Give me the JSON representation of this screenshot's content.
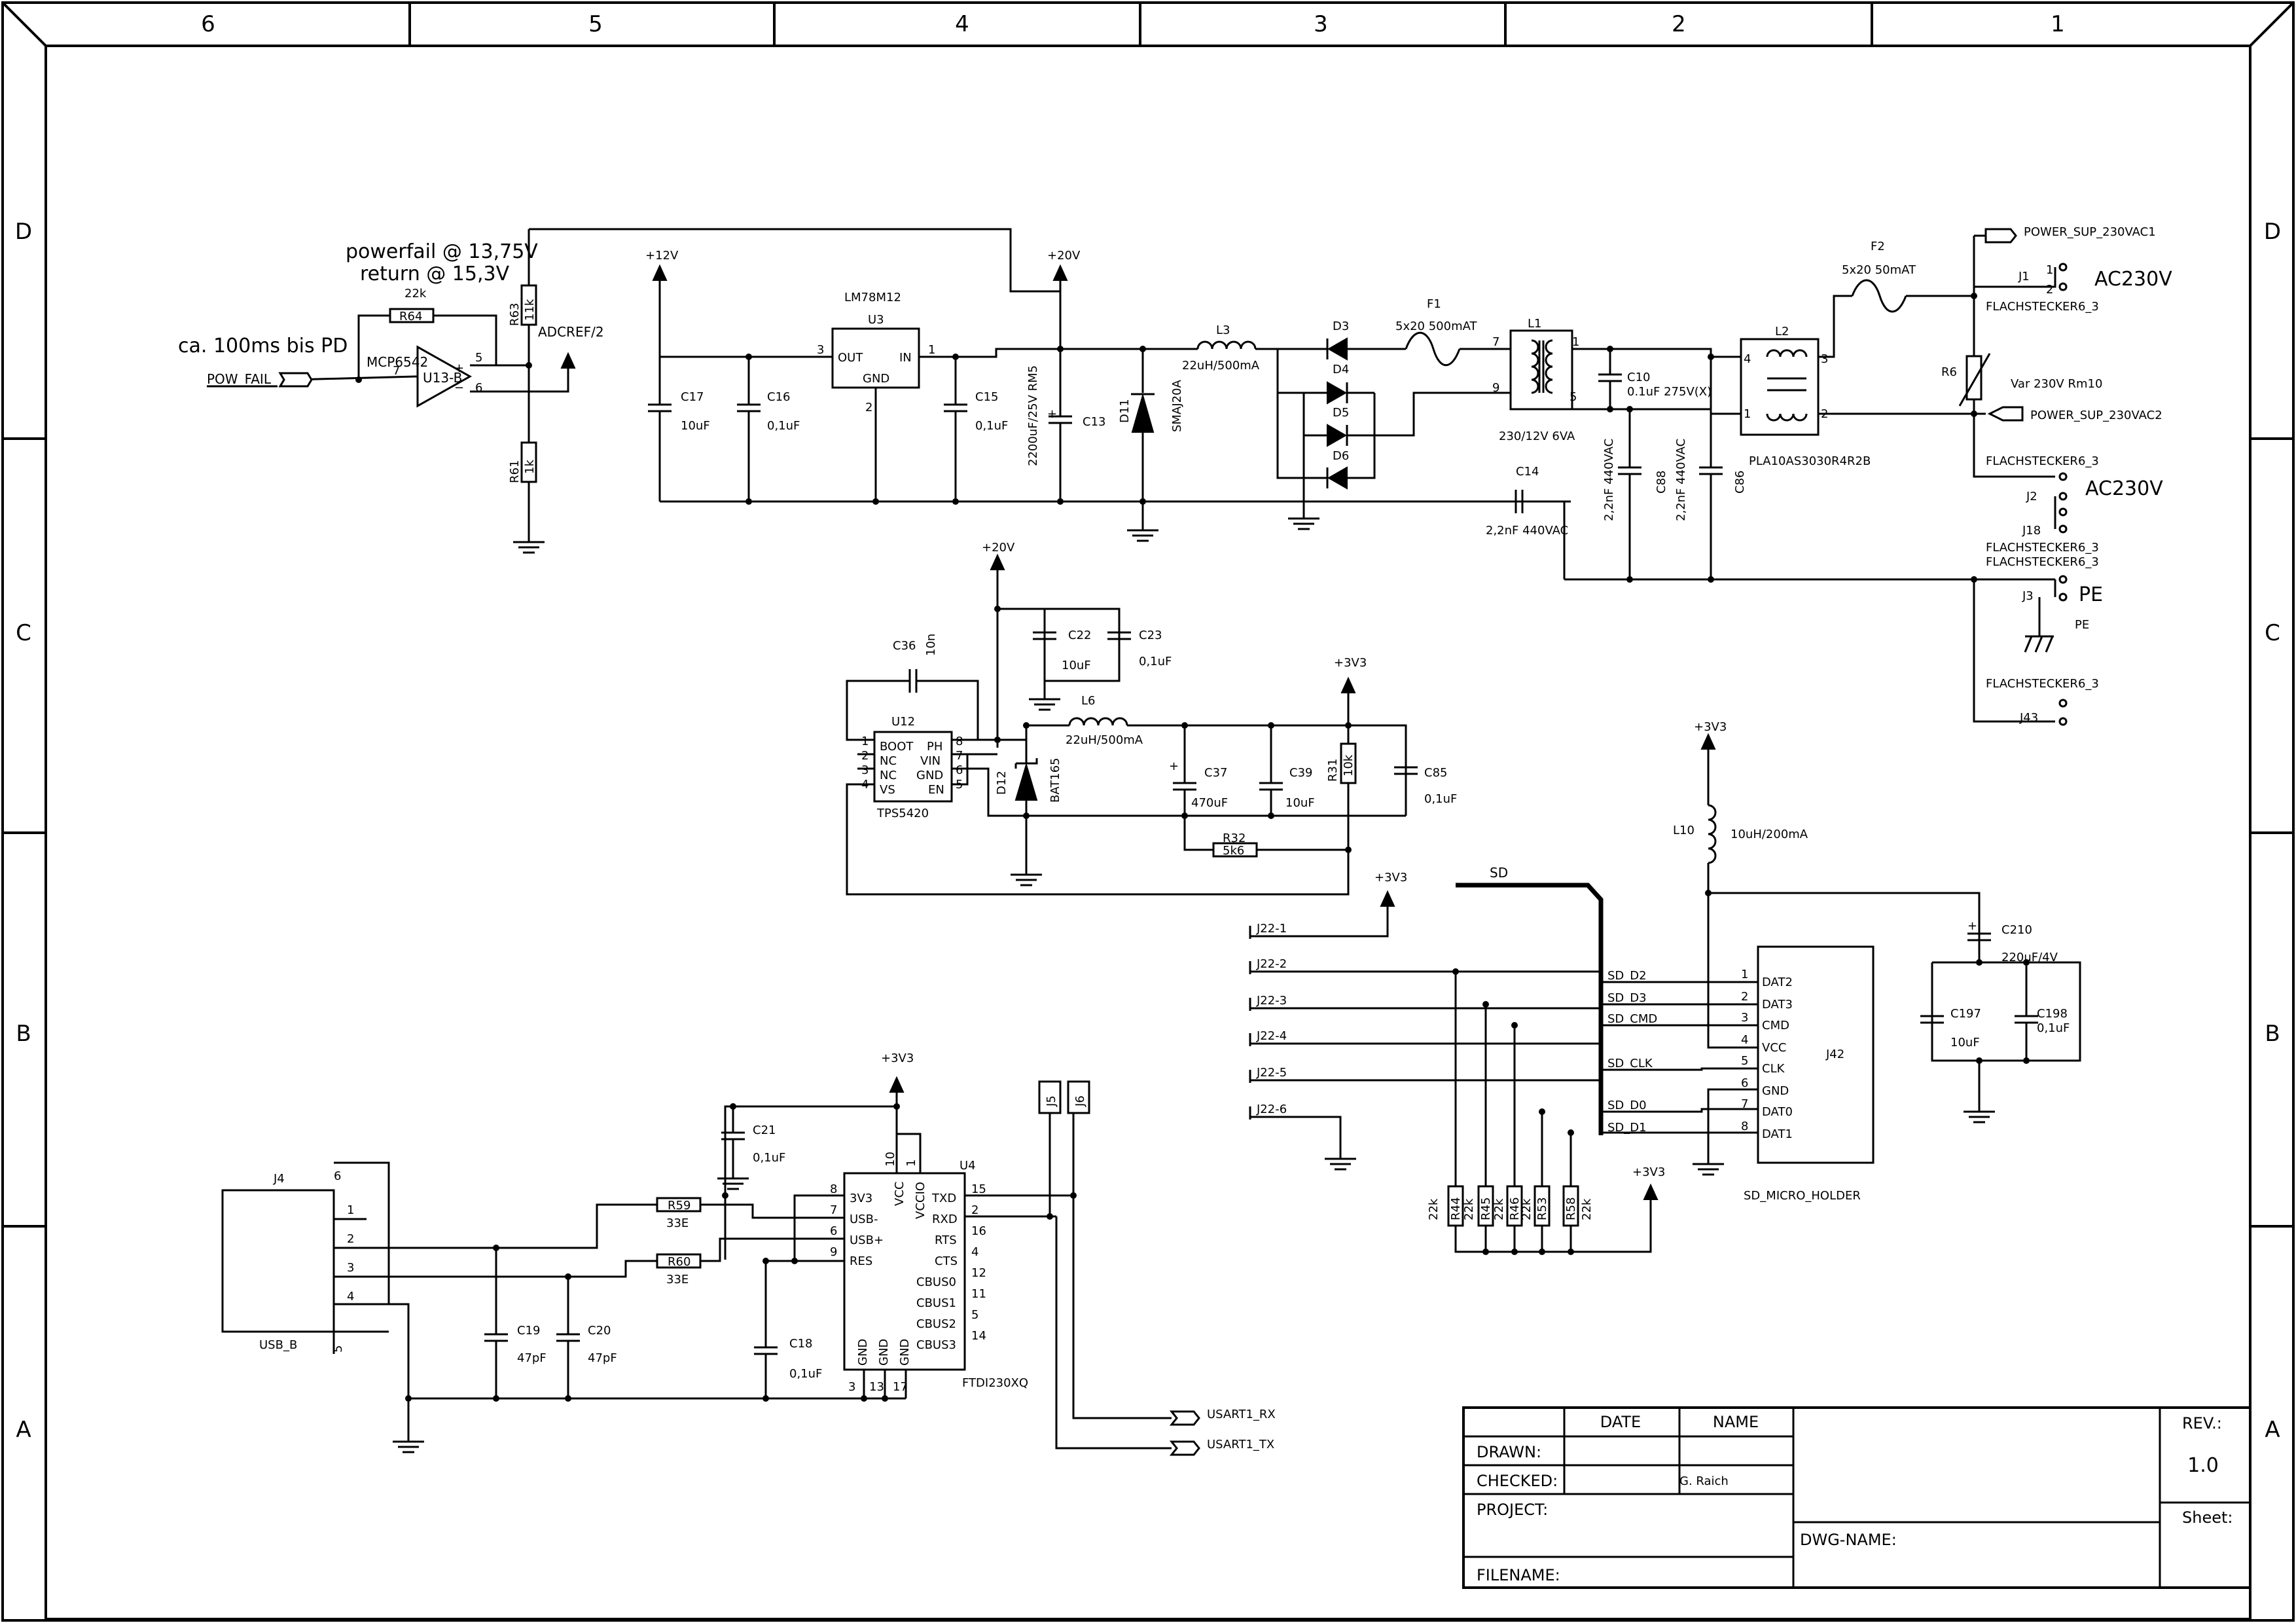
{
  "frame": {
    "columns": [
      "6",
      "5",
      "4",
      "3",
      "2",
      "1"
    ],
    "rows": [
      "D",
      "C",
      "B",
      "A"
    ]
  },
  "title_block": {
    "col_date": "DATE",
    "col_name": "NAME",
    "drawn": "DRAWN:",
    "checked": "CHECKED:",
    "checked_name": "G. Raich",
    "project": "PROJECT:",
    "filename": "FILENAME:",
    "dwg_name": "DWG-NAME:",
    "rev_label": "REV.:",
    "rev_value": "1.0",
    "sheet_label": "Sheet:"
  },
  "notes": {
    "powerfail": "powerfail @ 13,75V",
    "return": "return @ 15,3V",
    "delay": "ca. 100ms bis PD"
  },
  "ports": {
    "pow_fail": "POW_FAIL",
    "power_sup1": "POWER_SUP_230VAC1",
    "power_sup2": "POWER_SUP_230VAC2",
    "usart_rx": "USART1_RX",
    "usart_tx": "USART1_TX",
    "adcref": "ADCREF/2"
  },
  "power": {
    "p12v": "+12V",
    "p20v_a": "+20V",
    "p20v_b": "+20V",
    "p3v3_a": "+3V3",
    "p3v3_b": "+3V3",
    "p3v3_c": "+3V3",
    "p3v3_d": "+3V3",
    "p3v3_e": "+3V3"
  },
  "components": {
    "r64": {
      "ref": "R64",
      "value": "22k"
    },
    "r63": {
      "ref": "R63",
      "value": "11k"
    },
    "r61": {
      "ref": "R61",
      "value": "1k"
    },
    "u13": {
      "ref": "U13-B",
      "part": "MCP6542",
      "pin7": "7",
      "pin5": "5",
      "pin6": "6"
    },
    "u3": {
      "ref": "U3",
      "part": "LM78M12",
      "out": "OUT",
      "in": "IN",
      "gnd": "GND",
      "p1": "1",
      "p2": "2",
      "p3": "3"
    },
    "c17": {
      "ref": "C17",
      "value": "10uF"
    },
    "c16": {
      "ref": "C16",
      "value": "0,1uF"
    },
    "c15": {
      "ref": "C15",
      "value": "0,1uF"
    },
    "c13": {
      "ref": "C13",
      "value": "2200uF/25V RM5"
    },
    "d11": {
      "ref": "D11",
      "value": "SMAJ20A"
    },
    "l3": {
      "ref": "L3",
      "value": "22uH/500mA"
    },
    "d3": {
      "ref": "D3"
    },
    "d4": {
      "ref": "D4"
    },
    "d5": {
      "ref": "D5"
    },
    "d6": {
      "ref": "D6"
    },
    "f1": {
      "ref": "F1",
      "value": "5x20 500mAT"
    },
    "l1": {
      "ref": "L1",
      "value": "230/12V 6VA",
      "p7": "7",
      "p9": "9",
      "p1": "1",
      "p5": "5"
    },
    "c10": {
      "ref": "C10",
      "value": "0.1uF 275V(X)"
    },
    "c14": {
      "ref": "C14",
      "value": "2,2nF 440VAC"
    },
    "c88": {
      "ref": "C88",
      "value": "2,2nF 440VAC"
    },
    "c86": {
      "ref": "C86",
      "value": "2,2nF 440VAC"
    },
    "l2": {
      "ref": "L2",
      "value": "PLA10AS3030R4R2B",
      "p1": "1",
      "p2": "2",
      "p3": "3",
      "p4": "4"
    },
    "f2": {
      "ref": "F2",
      "value": "5x20 50mAT"
    },
    "r6": {
      "ref": "R6",
      "value": "Var 230V Rm10"
    },
    "j1": {
      "ref": "J1",
      "part": "FLACHSTECKER6_3",
      "tag": "AC230V"
    },
    "j2": {
      "ref": "J2",
      "part": "FLACHSTECKER6_3",
      "tag": "AC230V"
    },
    "j18": {
      "ref": "J18",
      "part": "FLACHSTECKER6_3"
    },
    "j3": {
      "ref": "J3",
      "part": "FLACHSTECKER6_3",
      "tag": "PE",
      "gnd": "PE"
    },
    "j43": {
      "ref": "J43",
      "part": "FLACHSTECKER6_3"
    },
    "c36": {
      "ref": "C36",
      "value": "10n"
    },
    "c22": {
      "ref": "C22",
      "value": "10uF"
    },
    "c23": {
      "ref": "C23",
      "value": "0,1uF"
    },
    "u12": {
      "ref": "U12",
      "part": "TPS5420",
      "boot": "BOOT",
      "nc1": "NC",
      "nc2": "NC",
      "vs": "VS",
      "ph": "PH",
      "vin": "VIN",
      "gnd": "GND",
      "en": "EN",
      "p1": "1",
      "p2": "2",
      "p3": "3",
      "p4": "4",
      "p5": "5",
      "p6": "6",
      "p7": "7",
      "p8": "8"
    },
    "d12": {
      "ref": "D12",
      "value": "BAT165"
    },
    "l6": {
      "ref": "L6",
      "value": "22uH/500mA"
    },
    "c37": {
      "ref": "C37",
      "value": "470uF"
    },
    "c39": {
      "ref": "C39",
      "value": "10uF"
    },
    "r31": {
      "ref": "R31",
      "value": "10k"
    },
    "c85": {
      "ref": "C85",
      "value": "0,1uF"
    },
    "r32": {
      "ref": "R32",
      "value": "5k6"
    },
    "l10": {
      "ref": "L10",
      "value": "10uH/200mA"
    },
    "c210": {
      "ref": "C210",
      "value": "220uF/4V"
    },
    "c197": {
      "ref": "C197",
      "value": "10uF"
    },
    "c198": {
      "ref": "C198",
      "value": "0,1uF"
    },
    "j42": {
      "ref": "J42",
      "part": "SD_MICRO_HOLDER",
      "pins": [
        {
          "num": "1",
          "name": "DAT2"
        },
        {
          "num": "2",
          "name": "DAT3"
        },
        {
          "num": "3",
          "name": "CMD"
        },
        {
          "num": "4",
          "name": "VCC"
        },
        {
          "num": "5",
          "name": "CLK"
        },
        {
          "num": "6",
          "name": "GND"
        },
        {
          "num": "7",
          "name": "DAT0"
        },
        {
          "num": "8",
          "name": "DAT1"
        }
      ]
    },
    "sd_bus": {
      "label": "SD",
      "nets": [
        "SD_D2",
        "SD_D3",
        "SD_CMD",
        "SD_CLK",
        "SD_D0",
        "SD_D1"
      ]
    },
    "j22": {
      "pins": [
        "J22-1",
        "J22-2",
        "J22-3",
        "J22-4",
        "J22-5",
        "J22-6"
      ]
    },
    "r44": {
      "ref": "R44",
      "value": "22k"
    },
    "r45": {
      "ref": "R45",
      "value": "22k"
    },
    "r46": {
      "ref": "R46",
      "value": "22k"
    },
    "r53": {
      "ref": "R53",
      "value": "22k"
    },
    "r58": {
      "ref": "R58",
      "value": "22k"
    },
    "j4": {
      "ref": "J4",
      "part": "USB_B",
      "p1": "1",
      "p2": "2",
      "p3": "3",
      "p4": "4",
      "p5": "5",
      "p6": "6"
    },
    "r59": {
      "ref": "R59",
      "value": "33E"
    },
    "r60": {
      "ref": "R60",
      "value": "33E"
    },
    "c19": {
      "ref": "C19",
      "value": "47pF"
    },
    "c20": {
      "ref": "C20",
      "value": "47pF"
    },
    "c21": {
      "ref": "C21",
      "value": "0,1uF"
    },
    "c18": {
      "ref": "C18",
      "value": "0,1uF"
    },
    "j5": {
      "ref": "J5"
    },
    "j6": {
      "ref": "J6"
    },
    "u4": {
      "ref": "U4",
      "part": "FTDI230XQ",
      "left_pins": [
        {
          "num": "8",
          "name": "3V3"
        },
        {
          "num": "7",
          "name": "USB-"
        },
        {
          "num": "6",
          "name": "USB+"
        },
        {
          "num": "9",
          "name": "RES"
        }
      ],
      "right_pins": [
        {
          "num": "15",
          "name": "TXD"
        },
        {
          "num": "2",
          "name": "RXD"
        },
        {
          "num": "16",
          "name": "RTS"
        },
        {
          "num": "4",
          "name": "CTS"
        },
        {
          "num": "12",
          "name": "CBUS0"
        },
        {
          "num": "11",
          "name": "CBUS1"
        },
        {
          "num": "5",
          "name": "CBUS2"
        },
        {
          "num": "14",
          "name": "CBUS3"
        }
      ],
      "top_pins": [
        {
          "num": "10",
          "name": "VCC"
        },
        {
          "num": "1",
          "name": "VCCIO"
        }
      ],
      "bottom_pins": [
        {
          "num": "3",
          "name": "GND"
        },
        {
          "num": "13",
          "name": "GND"
        },
        {
          "num": "17",
          "name": "GND"
        }
      ]
    }
  }
}
